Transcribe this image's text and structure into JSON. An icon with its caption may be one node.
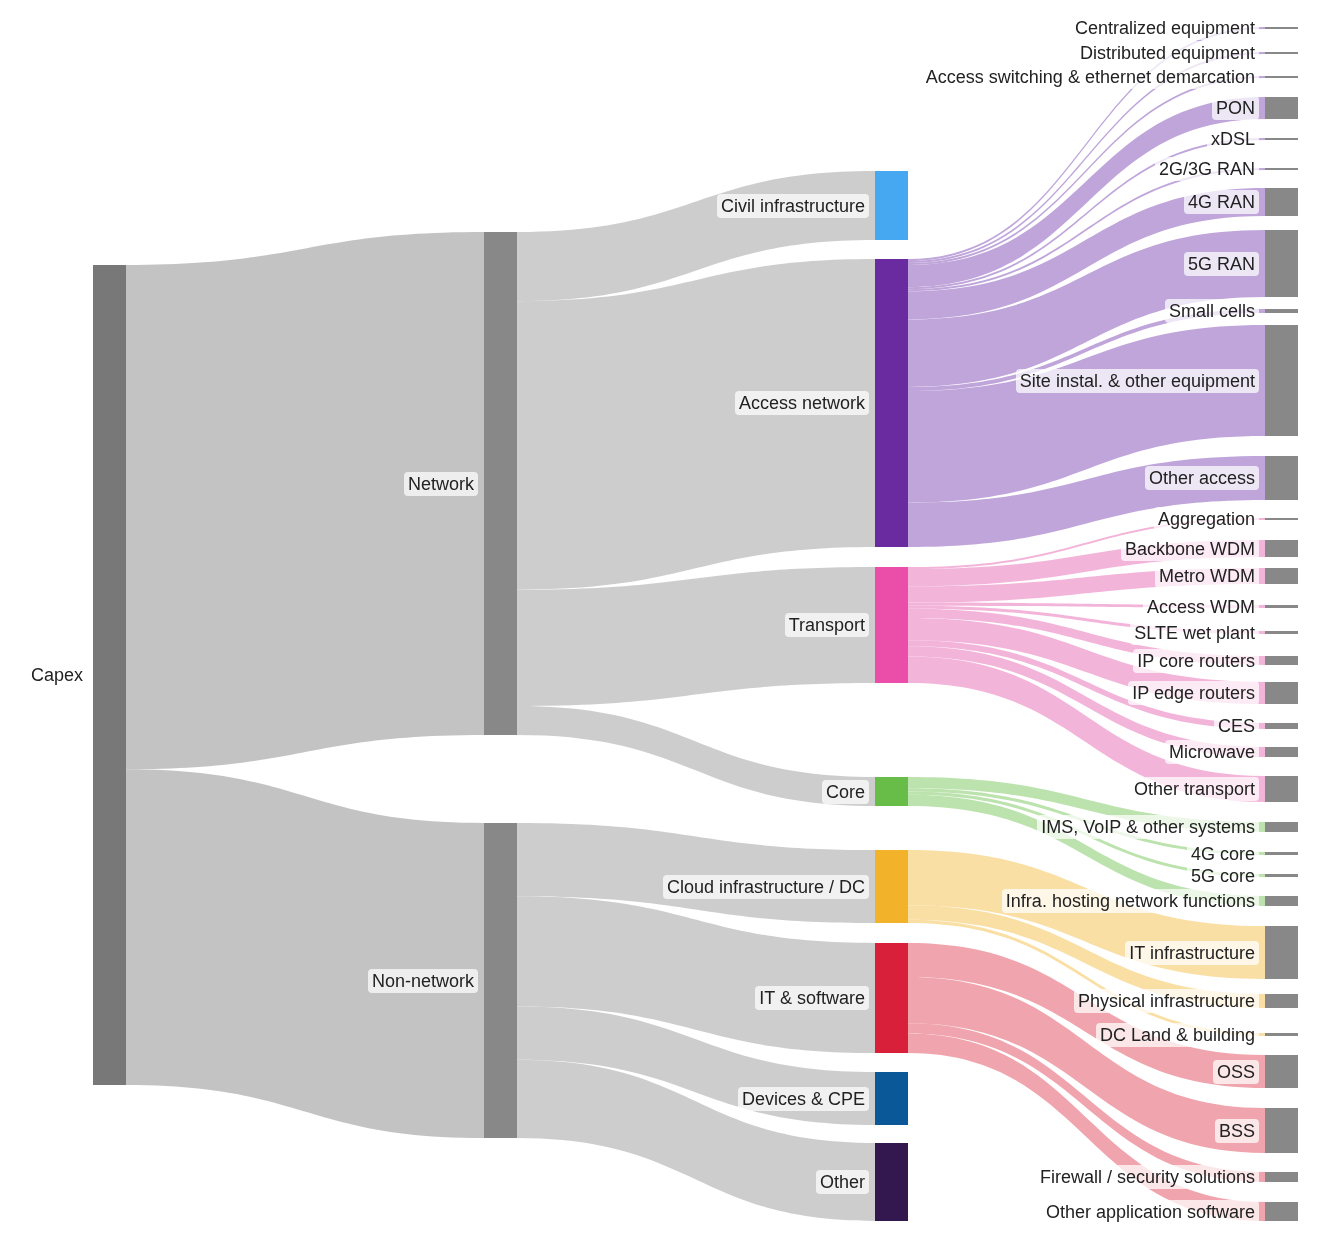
{
  "diagram": {
    "nodes": [
      {
        "text": [
          "Capex"
        ]
      },
      {
        "text": [
          "Network"
        ]
      },
      {
        "text": [
          "Non-network"
        ]
      },
      {
        "text": [
          "Civil infrastructure"
        ]
      },
      {
        "text": [
          "Access network"
        ]
      },
      {
        "text": [
          "Transport"
        ]
      },
      {
        "text": [
          "Core"
        ]
      },
      {
        "text": [
          "Cloud infrastructure / DC"
        ]
      },
      {
        "text": [
          "IT & software"
        ]
      },
      {
        "text": [
          "Devices & CPE"
        ]
      },
      {
        "text": [
          "Other"
        ]
      },
      {
        "text": [
          "Centralized equipment"
        ]
      },
      {
        "text": [
          "Distributed equipment"
        ]
      },
      {
        "text": [
          "Access switching & ethernet demarcation"
        ]
      },
      {
        "text": [
          "PON"
        ]
      },
      {
        "text": [
          "xDSL"
        ]
      },
      {
        "text": [
          "2G/3G RAN"
        ]
      },
      {
        "text": [
          "4G RAN"
        ]
      },
      {
        "text": [
          "5G RAN"
        ]
      },
      {
        "text": [
          "Small cells"
        ]
      },
      {
        "text": [
          "Site instal. & other equipment"
        ]
      },
      {
        "text": [
          "Other access"
        ]
      },
      {
        "text": [
          "Aggregation"
        ]
      },
      {
        "text": [
          "Backbone WDM"
        ]
      },
      {
        "text": [
          "Metro WDM"
        ]
      },
      {
        "text": [
          "Access WDM"
        ]
      },
      {
        "text": [
          "SLTE wet plant"
        ]
      },
      {
        "text": [
          "IP core routers"
        ]
      },
      {
        "text": [
          "IP edge routers"
        ]
      },
      {
        "text": [
          "CES"
        ]
      },
      {
        "text": [
          "Microwave"
        ]
      },
      {
        "text": [
          "Other transport"
        ]
      },
      {
        "text": [
          "IMS, VoIP & other systems"
        ]
      },
      {
        "text": [
          "4G core"
        ]
      },
      {
        "text": [
          "5G core"
        ]
      },
      {
        "text": [
          "Infra. hosting network functions"
        ]
      },
      {
        "text": [
          "IT infrastructure"
        ]
      },
      {
        "text": [
          "Physical infrastructure"
        ]
      },
      {
        "text": [
          "DC Land & building"
        ]
      },
      {
        "text": [
          "OSS"
        ]
      },
      {
        "text": [
          "BSS"
        ]
      },
      {
        "text": [
          "Firewall / security solutions"
        ]
      },
      {
        "text": [
          "Other application software"
        ]
      }
    ],
    "edges": [
      {
        "from": 0,
        "to": 1,
        "arrow": "none"
      },
      {
        "from": 0,
        "to": 2,
        "arrow": "none"
      },
      {
        "from": 1,
        "to": 3,
        "arrow": "none"
      },
      {
        "from": 1,
        "to": 4,
        "arrow": "none"
      },
      {
        "from": 1,
        "to": 5,
        "arrow": "none"
      },
      {
        "from": 1,
        "to": 6,
        "arrow": "none"
      },
      {
        "from": 2,
        "to": 7,
        "arrow": "none"
      },
      {
        "from": 2,
        "to": 8,
        "arrow": "none"
      },
      {
        "from": 2,
        "to": 9,
        "arrow": "none"
      },
      {
        "from": 2,
        "to": 10,
        "arrow": "none"
      },
      {
        "from": 4,
        "to": 11,
        "arrow": "none",
        "color": "#b89bd6"
      },
      {
        "from": 4,
        "to": 12,
        "arrow": "none",
        "color": "#b89bd6"
      },
      {
        "from": 4,
        "to": 13,
        "arrow": "none",
        "color": "#b89bd6"
      },
      {
        "from": 4,
        "to": 14,
        "arrow": "none",
        "color": "#b89bd6"
      },
      {
        "from": 4,
        "to": 15,
        "arrow": "none",
        "color": "#b89bd6"
      },
      {
        "from": 4,
        "to": 16,
        "arrow": "none",
        "color": "#b89bd6"
      },
      {
        "from": 4,
        "to": 17,
        "arrow": "none",
        "color": "#b89bd6"
      },
      {
        "from": 4,
        "to": 18,
        "arrow": "none",
        "color": "#b89bd6"
      },
      {
        "from": 4,
        "to": 19,
        "arrow": "none",
        "color": "#b89bd6"
      },
      {
        "from": 4,
        "to": 20,
        "arrow": "none",
        "color": "#b89bd6"
      },
      {
        "from": 4,
        "to": 21,
        "arrow": "none",
        "color": "#b89bd6"
      },
      {
        "from": 5,
        "to": 22,
        "arrow": "none",
        "color": "#f2acd6"
      },
      {
        "from": 5,
        "to": 23,
        "arrow": "none",
        "color": "#f2acd6"
      },
      {
        "from": 5,
        "to": 24,
        "arrow": "none",
        "color": "#f2acd6"
      },
      {
        "from": 5,
        "to": 25,
        "arrow": "none",
        "color": "#f2acd6"
      },
      {
        "from": 5,
        "to": 26,
        "arrow": "none",
        "color": "#f2acd6"
      },
      {
        "from": 5,
        "to": 27,
        "arrow": "none",
        "color": "#f2acd6"
      },
      {
        "from": 5,
        "to": 28,
        "arrow": "none",
        "color": "#f2acd6"
      },
      {
        "from": 5,
        "to": 29,
        "arrow": "none",
        "color": "#f2acd6"
      },
      {
        "from": 5,
        "to": 30,
        "arrow": "none",
        "color": "#f2acd6"
      },
      {
        "from": 5,
        "to": 31,
        "arrow": "none",
        "color": "#f2acd6"
      },
      {
        "from": 6,
        "to": 32,
        "arrow": "none",
        "color": "#b5e0a5"
      },
      {
        "from": 6,
        "to": 33,
        "arrow": "none",
        "color": "#b5e0a5"
      },
      {
        "from": 6,
        "to": 34,
        "arrow": "none",
        "color": "#b5e0a5"
      },
      {
        "from": 6,
        "to": 35,
        "arrow": "none",
        "color": "#b5e0a5"
      },
      {
        "from": 7,
        "to": 36,
        "arrow": "none",
        "color": "#fadb9a"
      },
      {
        "from": 7,
        "to": 37,
        "arrow": "none",
        "color": "#fadb9a"
      },
      {
        "from": 7,
        "to": 38,
        "arrow": "none",
        "color": "#fadb9a"
      },
      {
        "from": 8,
        "to": 39,
        "arrow": "none",
        "color": "#ee9aa4"
      },
      {
        "from": 8,
        "to": 40,
        "arrow": "none",
        "color": "#ee9aa4"
      },
      {
        "from": 8,
        "to": 41,
        "arrow": "none",
        "color": "#ee9aa4"
      },
      {
        "from": 8,
        "to": 42,
        "arrow": "none",
        "color": "#ee9aa4"
      }
    ]
  }
}
